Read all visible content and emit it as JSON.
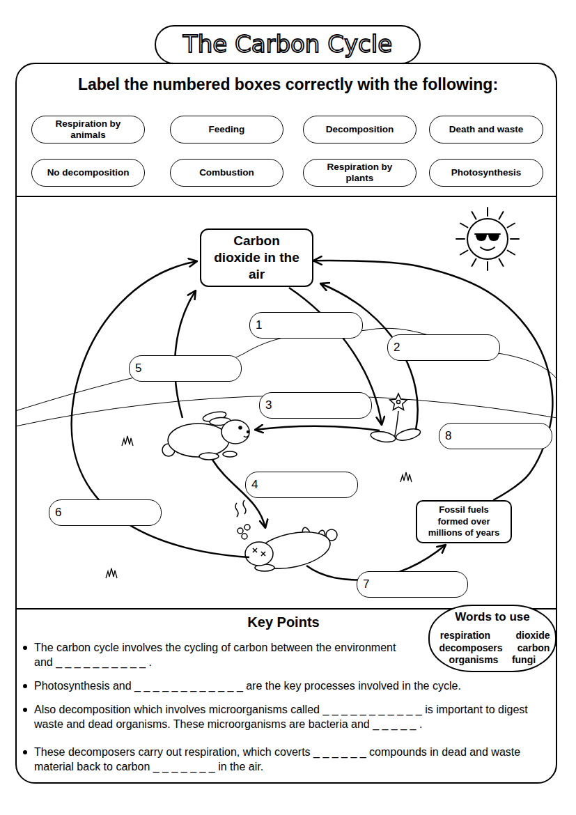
{
  "diagram": {
    "title": "The Carbon Cycle",
    "nodes": [
      {
        "text": [
          "Label the numbered boxes correctly with the following:",
          "Key Points",
          "The carbon cycle involves the cycling of carbon between the environment and _ _ _ _ _ _ _ _ _ _ .",
          "Photosynthesis and _ _ _ _ _ _ _ _ _ _ _ _ are the key processes involved in the cycle.",
          "Also decomposition which involves microorganisms called _ _ _ _ _ _ _ _ _ _ _ is important to digest waste and dead organisms. These microorganisms are bacteria and _ _ _ _ _ .",
          "These decomposers carry out respiration, which coverts _ _ _ _ _ _ compounds in dead and waste material back to carbon _ _ _ _ _ _ _ in the air."
        ]
      },
      {
        "text": [
          "Respiration by animals"
        ],
        "in": 0
      },
      {
        "text": [
          "Feeding"
        ],
        "in": 0
      },
      {
        "text": [
          "Decomposition"
        ],
        "in": 0
      },
      {
        "text": [
          "Death and waste"
        ],
        "in": 0
      },
      {
        "text": [
          "No decomposition"
        ],
        "in": 0
      },
      {
        "text": [
          "Combustion"
        ],
        "in": 0
      },
      {
        "text": [
          "Respiration by plants"
        ],
        "in": 0
      },
      {
        "text": [
          "Photosynthesis"
        ],
        "in": 0
      },
      {
        "text": [
          "Carbon dioxide in the air"
        ],
        "in": 0
      },
      {
        "text": [
          "1"
        ],
        "in": 0
      },
      {
        "text": [
          "2"
        ],
        "in": 0
      },
      {
        "text": [
          "3"
        ],
        "in": 0
      },
      {
        "text": [
          "4"
        ],
        "in": 0
      },
      {
        "text": [
          "5"
        ],
        "in": 0
      },
      {
        "text": [
          "6"
        ],
        "in": 0
      },
      {
        "text": [
          "7"
        ],
        "in": 0
      },
      {
        "text": [
          "8"
        ],
        "in": 0
      },
      {
        "text": [
          "Fossil fuels formed over millions of years"
        ],
        "in": 0
      },
      {
        "text": [
          "Words to use",
          "respiration",
          "dioxide",
          "decomposers",
          "carbon",
          "organisms",
          "fungi"
        ],
        "in": 0
      }
    ],
    "edges": [
      {
        "from": 18,
        "to": 9,
        "arrow": "to"
      }
    ]
  }
}
